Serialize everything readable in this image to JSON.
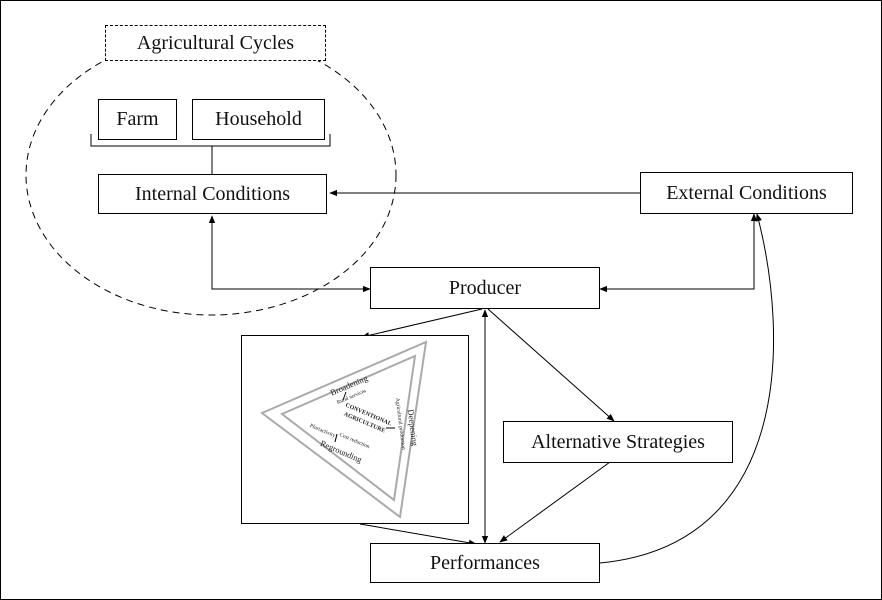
{
  "diagram": {
    "cycle_title": "Agricultural Cycles",
    "farm": "Farm",
    "household": "Household",
    "internal": "Internal Conditions",
    "external": "External Conditions",
    "producer": "Producer",
    "alternative": "Alternative Strategies",
    "performances": "Performances"
  },
  "inset": {
    "center_line1": "CONVENTIONAL",
    "center_line2": "AGRICULTURE",
    "broadening": "Broadening",
    "broadening_sub": "Rural services",
    "deepening": "Deepening",
    "deepening_sub": "Agricultural production",
    "regrounding": "Regrounding",
    "regrounding_sub_left": "Pluriactivity",
    "regrounding_sub_right": "Cost reduction"
  },
  "colors": {
    "line": "#000000",
    "inset_outline": "#aaaaaa",
    "text": "#111111"
  }
}
